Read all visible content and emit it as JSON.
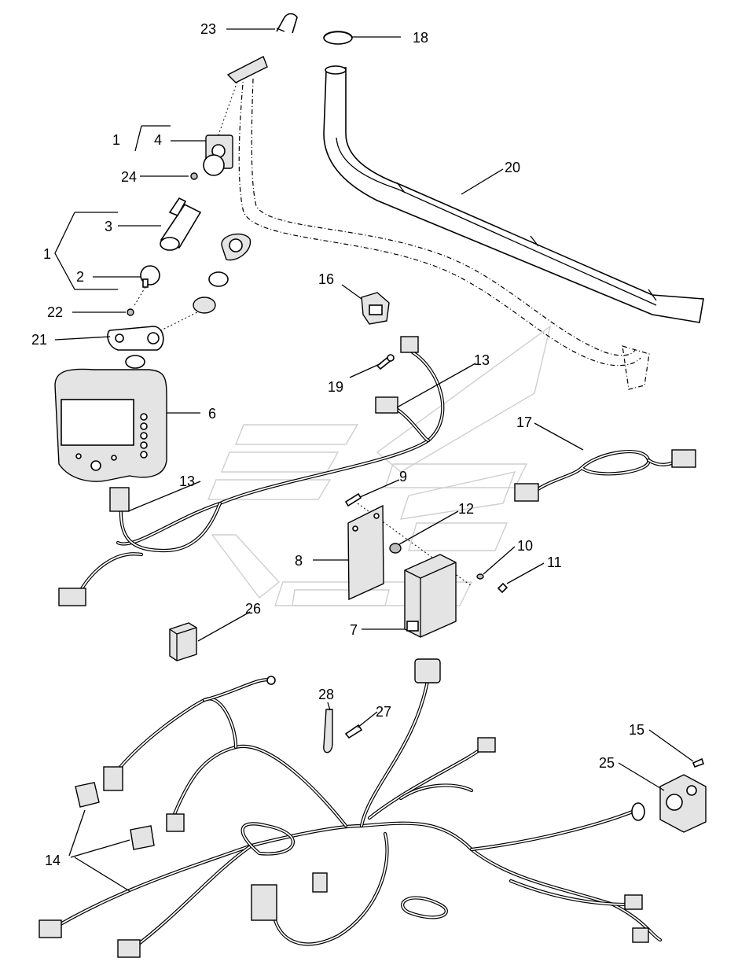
{
  "labels": {
    "p1a": "1",
    "p4": "4",
    "p24": "24",
    "p3": "3",
    "p1b": "1",
    "p2": "2",
    "p22": "22",
    "p21": "21",
    "p6": "6",
    "p23": "23",
    "p18": "18",
    "p20": "20",
    "p16": "16",
    "p19": "19",
    "p13a": "13",
    "p13b": "13",
    "p17": "17",
    "p9": "9",
    "p12": "12",
    "p10": "10",
    "p11": "11",
    "p8": "8",
    "p7": "7",
    "p26": "26",
    "p28": "28",
    "p27": "27",
    "p15": "15",
    "p25": "25",
    "p14": "14"
  },
  "icons": [
    "bolt-icon",
    "connector-icon",
    "relay-icon",
    "display-monitor-icon",
    "antenna-mast-icon",
    "bracket-icon"
  ],
  "colors": {
    "line": "#000000",
    "fill": "#ffffff",
    "shade": "#e4e4e4",
    "watermark": "#cfcfcf"
  }
}
